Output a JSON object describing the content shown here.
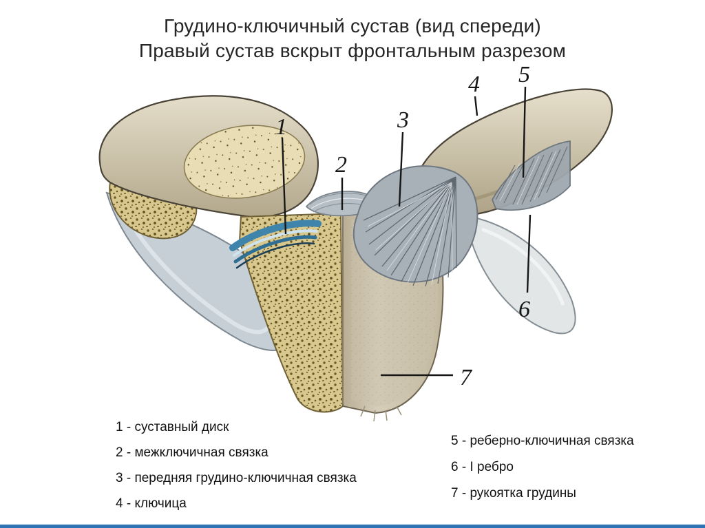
{
  "slide": {
    "title_line1": "Грудино-ключичный сустав (вид спереди)",
    "title_line2": "Правый сустав вскрыт фронтальным разрезом"
  },
  "figure": {
    "label_numbers": [
      "1",
      "2",
      "3",
      "4",
      "5",
      "6",
      "7"
    ]
  },
  "legend": {
    "left_items": [
      "1 - суставный диск",
      "2 - межключичная связка",
      "3 - передняя грудино-ключичная связка",
      "4 - ключица"
    ],
    "right_items": [
      "5 - реберно-ключичная связка",
      "6 - I ребро",
      "7 - рукоятка грудины"
    ]
  },
  "colors": {
    "accent_bar": "#2e74b5",
    "bone": "#cfc5ae",
    "spongy_bone": "#d9c88d",
    "cartilage": "#c6cfd6",
    "articular_disc": "#3f85ab",
    "ligament": "#a8b1b8"
  }
}
